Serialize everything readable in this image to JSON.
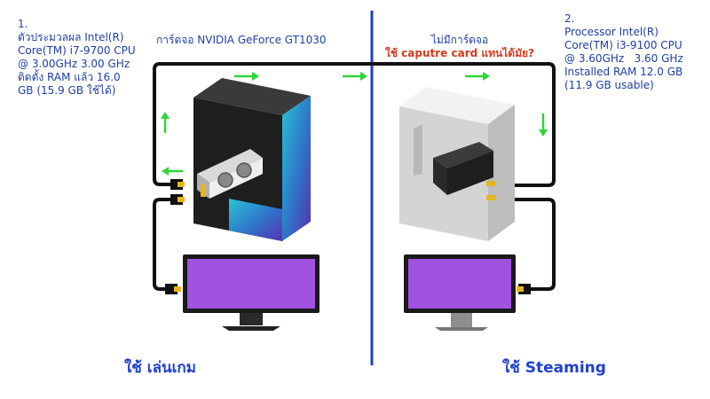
{
  "left_pc": {
    "specs": "1.\nตัวประมวลผล Intel(R)\nCore(TM) i7-9700 CPU\n@ 3.00GHz 3.00 GHz\nติดตั้ง RAM แล้ว 16.0\nGB (15.9 GB ใช้ได้)",
    "gpu_label": "การ์ดจอ NVIDIA GeForce GT1030",
    "role_label": "ใช้ เล่นเกม"
  },
  "right_pc": {
    "specs": "2.\nProcessor Intel(R)\nCore(TM) i3-9100 CPU\n@ 3.60GHz   3.60 GHz\nInstalled RAM 12.0 GB\n(11.9 GB usable)",
    "no_gpu_label": "ไม่มีการ์ดจอ",
    "question_label": "ใช้ caputre card แทนได้มัย?",
    "role_label": "ใช้ Steaming"
  },
  "colors": {
    "divider": "#1f3fd0",
    "arrow": "#2fd43a",
    "monitor_screen": "#a052e0",
    "cable": "#111111",
    "connector": "#e6b520"
  },
  "icons": [
    "gaming-pc-icon",
    "streaming-pc-icon",
    "graphics-card-icon",
    "capture-card-icon",
    "monitor-icon",
    "flow-arrow-icon"
  ]
}
